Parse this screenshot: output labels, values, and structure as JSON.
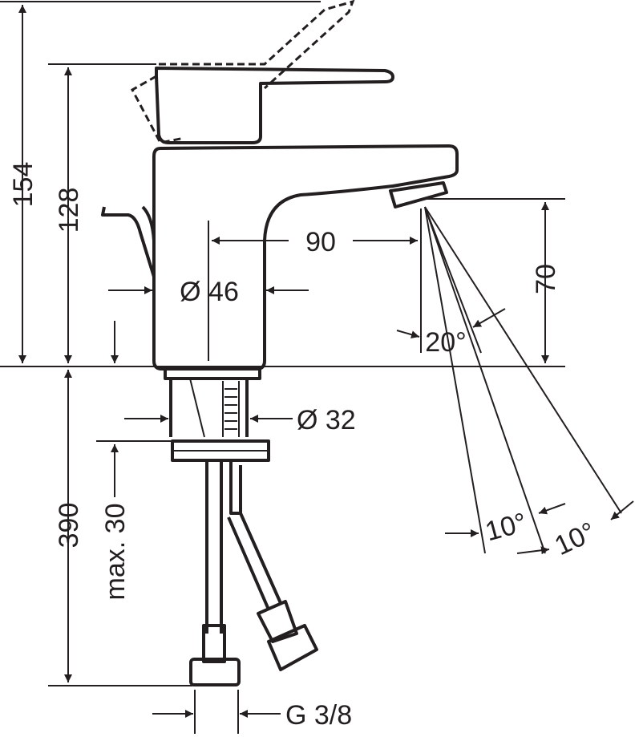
{
  "drawing": {
    "dimensions": {
      "total_height": "154",
      "body_height": "128",
      "spout_reach": "90",
      "body_diameter": "Ø 46",
      "spout_height": "70",
      "spray_angle": "20°",
      "shank_diameter": "Ø 32",
      "hose_length": "390",
      "max_counter_thickness": "max. 30",
      "angle_a": "10°",
      "angle_b": "10°",
      "connection_thread": "G 3/8"
    },
    "line_color": "#231f20"
  }
}
